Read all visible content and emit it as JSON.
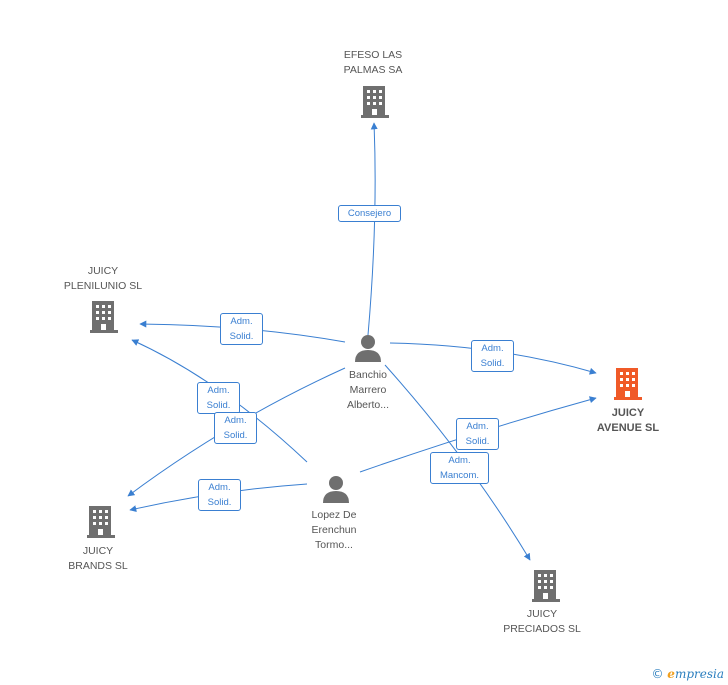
{
  "colors": {
    "edge": "#3a7fd1",
    "building": "#6f6f6f",
    "building_primary": "#f05a28",
    "person": "#6f6f6f"
  },
  "nodes": {
    "efeso": {
      "label": "EFESO LAS\nPALMAS SA",
      "icon": "building-icon"
    },
    "plenilunio": {
      "label": "JUICY\nPLENILUNIO SL",
      "icon": "building-icon"
    },
    "avenue": {
      "label": "JUICY\nAVENUE SL",
      "icon": "building-icon"
    },
    "brands": {
      "label": "JUICY\nBRANDS  SL",
      "icon": "building-icon"
    },
    "preciados": {
      "label": "JUICY\nPRECIADOS  SL",
      "icon": "building-icon"
    },
    "banchio": {
      "label": "Banchio\nMarrero\nAlberto...",
      "icon": "person-icon"
    },
    "lopez": {
      "label": "Lopez De\nErenchun\nTormo...",
      "icon": "person-icon"
    }
  },
  "edges": {
    "consejero": "Consejero",
    "b_plenilunio": "Adm.\nSolid.",
    "b_avenue": "Adm.\nSolid.",
    "l_plenilunio": "Adm.\nSolid.",
    "b_brands": "Adm.\nSolid.",
    "l_brands": "Adm.\nSolid.",
    "l_avenue": "Adm.\nSolid.",
    "b_preciados": "Adm.\nMancom."
  },
  "footer": {
    "copyright": "©",
    "brand_e": "e",
    "brand_rest": "mpresia"
  }
}
